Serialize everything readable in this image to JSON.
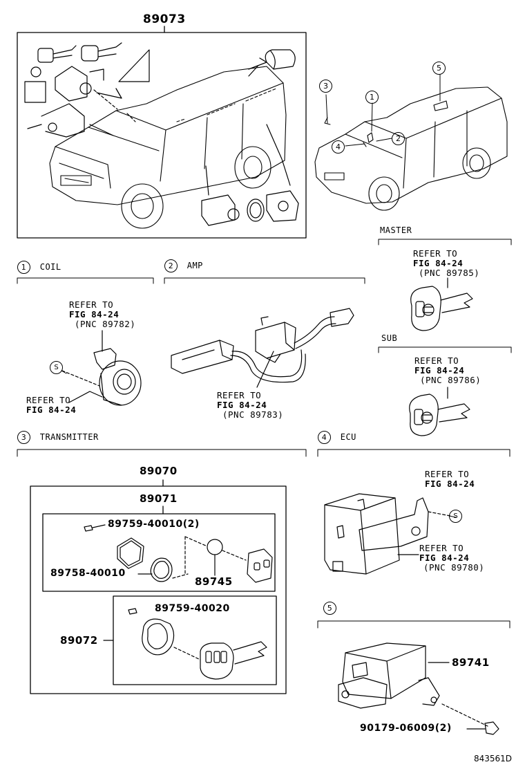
{
  "top": {
    "assembly_pn": "89073",
    "callouts": [
      "1",
      "2",
      "3",
      "4",
      "5"
    ]
  },
  "sections": {
    "coil": {
      "num": "1",
      "label": "COIL",
      "ref_top": [
        "REFER TO",
        "FIG 84-24",
        "(PNC 89782)"
      ],
      "ref_bottom": [
        "REFER TO",
        "FIG 84-24"
      ],
      "s_mark": "S"
    },
    "amp": {
      "num": "2",
      "label": "AMP",
      "ref": [
        "REFER TO",
        "FIG 84-24",
        "(PNC 89783)"
      ]
    },
    "master": {
      "label": "MASTER",
      "ref": [
        "REFER TO",
        "FIG 84-24",
        "(PNC 89785)"
      ]
    },
    "sub": {
      "label": "SUB",
      "ref": [
        "REFER TO",
        "FIG 84-24",
        "(PNC 89786)"
      ]
    },
    "transmitter": {
      "num": "3",
      "label": "TRANSMITTER",
      "pn_outer": "89070",
      "pn_inner": "89071",
      "screw1": "89759-40010(2)",
      "case": "89758-40010",
      "battery": "89745",
      "screw2": "89759-40020",
      "key_pn": "89072"
    },
    "ecu": {
      "num": "4",
      "label": "ECU",
      "ref_top": [
        "REFER TO",
        "FIG 84-24"
      ],
      "ref_bottom": [
        "REFER TO",
        "FIG 84-24",
        "(PNC 89780)"
      ],
      "s_mark": "S"
    },
    "sec5": {
      "num": "5",
      "pn": "89741",
      "bolt": "90179-06009(2)"
    }
  },
  "footer": {
    "code": "843561D"
  }
}
